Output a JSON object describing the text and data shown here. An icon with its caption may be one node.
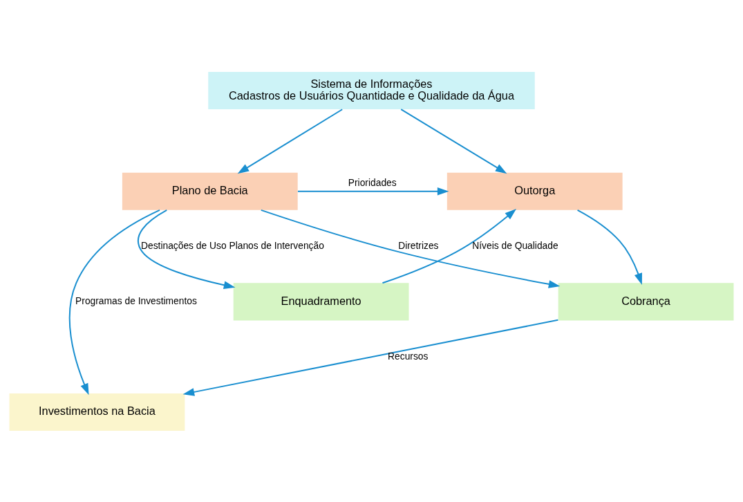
{
  "diagram": {
    "nodes": [
      {
        "text": [
          "Sistema de Informações",
          "Cadastros de Usuários Quantidade e Qualidade da Água"
        ]
      },
      {
        "text": [
          "Plano de Bacia"
        ]
      },
      {
        "text": [
          "Outorga"
        ]
      },
      {
        "text": [
          "Enquadramento"
        ]
      },
      {
        "text": [
          "Cobrança"
        ]
      },
      {
        "text": [
          "Investimentos na Bacia"
        ]
      }
    ],
    "edges": [
      {
        "from": 0,
        "to": 1,
        "arrow": "to"
      },
      {
        "from": 0,
        "to": 2,
        "arrow": "to"
      },
      {
        "from": 1,
        "to": 2,
        "arrow": "to",
        "label": "Prioridades"
      },
      {
        "from": 1,
        "to": 3,
        "arrow": "to",
        "label": "Destinações de Uso Planos de Intervenção"
      },
      {
        "from": 1,
        "to": 4,
        "arrow": "to",
        "label": "Diretrizes"
      },
      {
        "from": 1,
        "to": 5,
        "arrow": "to",
        "label": "Programas de Investimentos"
      },
      {
        "from": 3,
        "to": 2,
        "arrow": "to",
        "label": "Níveis de Qualidade"
      },
      {
        "from": 2,
        "to": 4,
        "arrow": "to"
      },
      {
        "from": 4,
        "to": 5,
        "arrow": "to",
        "label": "Recursos"
      }
    ]
  }
}
